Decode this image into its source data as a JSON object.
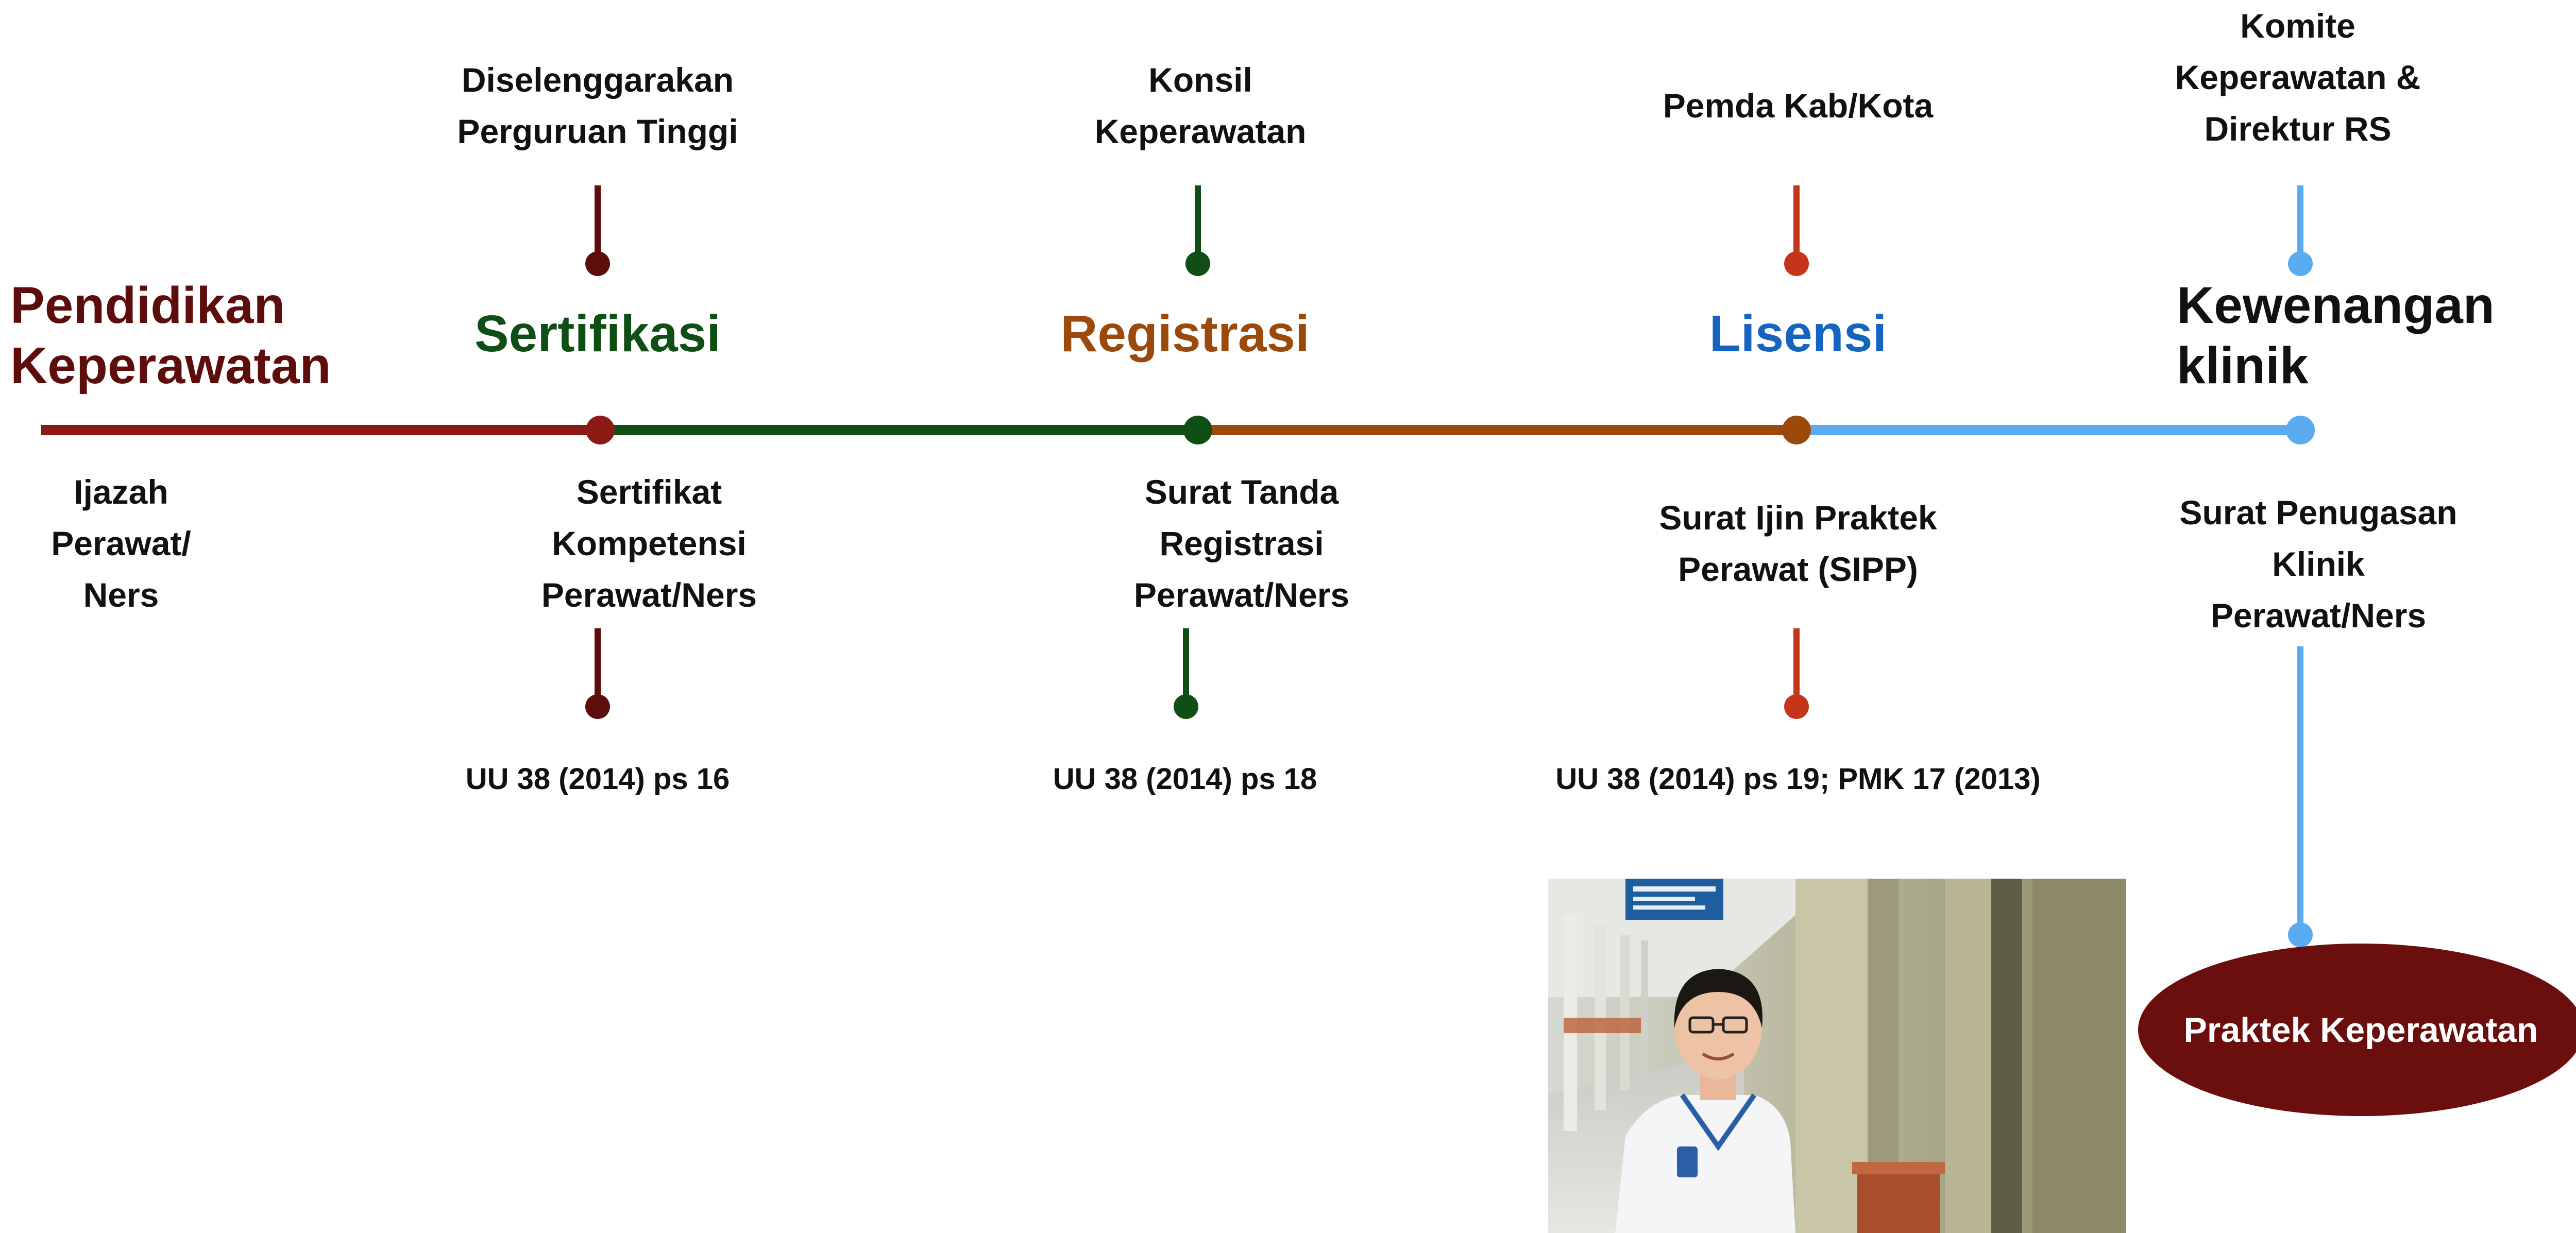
{
  "colors": {
    "education": "#8b1a14",
    "certification": "#0f4e14",
    "registration": "#9b4a0c",
    "license": "#5aabf0",
    "dark_maroon": "#5e0d0d",
    "license_dots": "#c6341a",
    "license_title": "#1565c0",
    "clinical": "#5aabf0",
    "oval": "#6b0e0e",
    "text": "#111111",
    "white": "#ffffff"
  },
  "stages": [
    {
      "id": "pendidikan",
      "title": [
        "Pendidikan",
        "Keperawatan"
      ],
      "document": [
        "Ijazah",
        "Perawat/",
        "Ners"
      ]
    },
    {
      "id": "sertifikasi",
      "title": [
        "Sertifikasi"
      ],
      "authority": [
        "Diselenggarakan",
        "Perguruan Tinggi"
      ],
      "document": [
        "Sertifikat",
        "Kompetensi",
        "Perawat/Ners"
      ],
      "legal_basis": "UU 38 (2014) ps 16"
    },
    {
      "id": "registrasi",
      "title": [
        "Registrasi"
      ],
      "authority": [
        "Konsil",
        "Keperawatan"
      ],
      "document": [
        "Surat Tanda",
        "Registrasi",
        "Perawat/Ners"
      ],
      "legal_basis": "UU 38 (2014) ps 18"
    },
    {
      "id": "lisensi",
      "title": [
        "Lisensi"
      ],
      "authority": [
        "Pemda Kab/Kota"
      ],
      "document": [
        "Surat Ijin Praktek",
        "Perawat (SIPP)"
      ],
      "legal_basis": "UU 38 (2014) ps 19; PMK 17 (2013)"
    },
    {
      "id": "kewenangan",
      "title": [
        "Kewenangan",
        "klinik"
      ],
      "authority": [
        "Komite",
        "Keperawatan &",
        "Direktur RS"
      ],
      "document": [
        "Surat Penugasan",
        "Klinik",
        "Perawat/Ners"
      ]
    }
  ],
  "outcome": "Praktek Keperawatan",
  "photo_alt": "Perawat di koridor rumah sakit"
}
